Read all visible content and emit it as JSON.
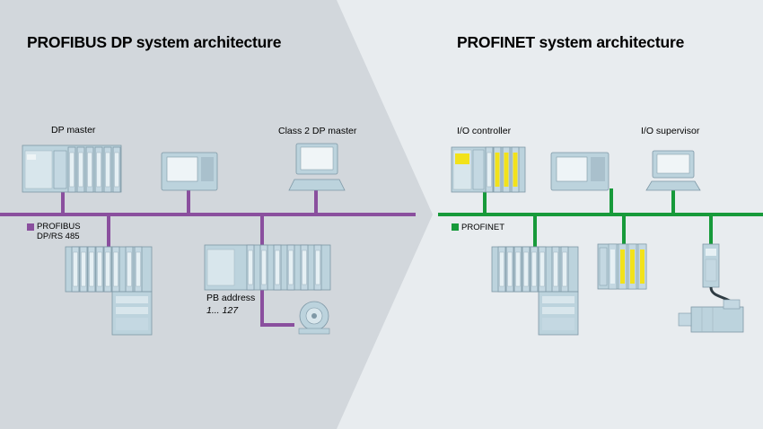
{
  "left": {
    "title": "PROFIBUS DP system architecture",
    "master_label": "DP master",
    "class2_label": "Class 2 DP master",
    "bus_label_line1": "PROFIBUS",
    "bus_label_line2": "DP/RS 485",
    "address_label": "PB address",
    "address_range": "1... 127",
    "bus_color": "#8a4f9e"
  },
  "right": {
    "title": "PROFINET system architecture",
    "controller_label": "I/O controller",
    "supervisor_label": "I/O supervisor",
    "bus_label": "PROFINET",
    "bus_color": "#179a3a"
  },
  "colors": {
    "left_bg": "#d2d7dc",
    "right_bg": "#e8ecef",
    "device_fill": "#bcd3dd",
    "device_stroke": "#7e98a6",
    "safety_yellow": "#f2e21a"
  }
}
